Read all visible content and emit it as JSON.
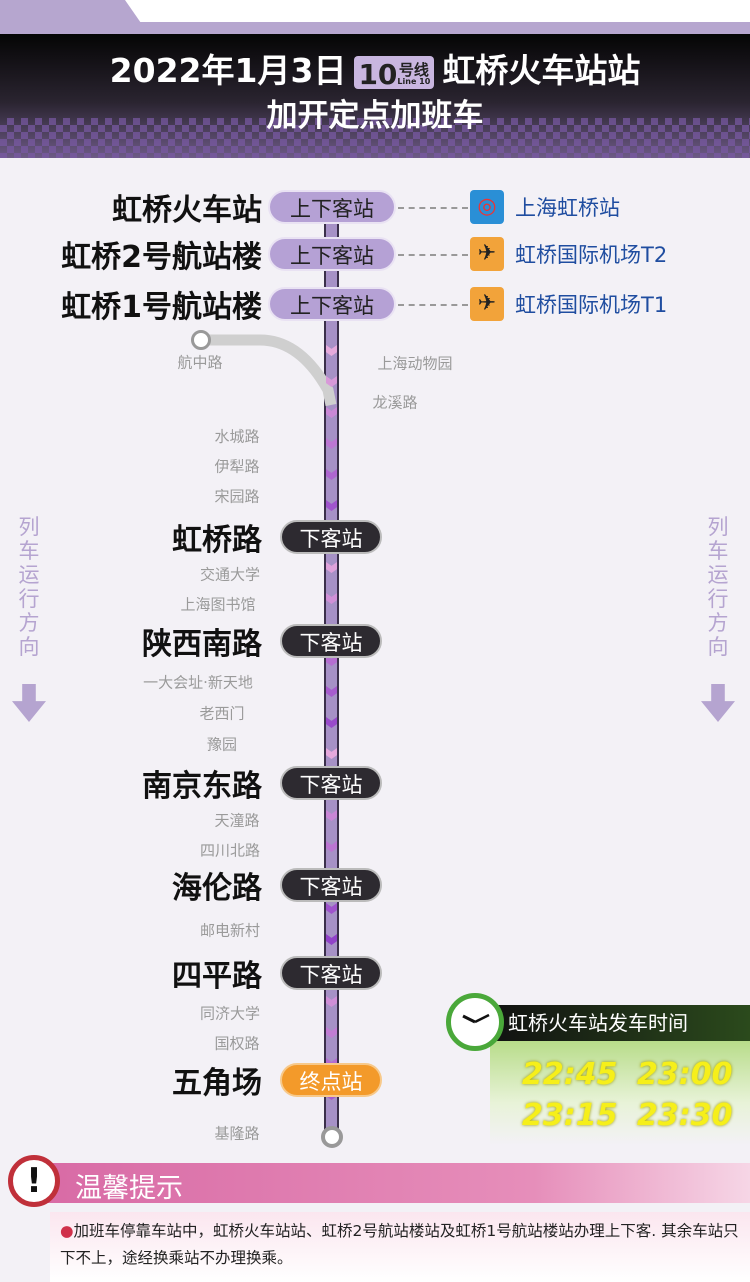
{
  "header": {
    "date": "2022年1月3日",
    "line_number": "10",
    "line_cn": "号线",
    "line_en": "Line 10",
    "station": "虹桥火车站站",
    "subtitle": "加开定点加班车"
  },
  "major_stations": [
    {
      "name": "虹桥火车站",
      "badge": "上下客站",
      "type": "up",
      "transfer": {
        "name": "上海虹桥站",
        "icon": "railway-icon"
      }
    },
    {
      "name": "虹桥2号航站楼",
      "badge": "上下客站",
      "type": "up",
      "transfer": {
        "name": "虹桥国际机场T2",
        "icon": "airplane-icon"
      }
    },
    {
      "name": "虹桥1号航站楼",
      "badge": "上下客站",
      "type": "up",
      "transfer": {
        "name": "虹桥国际机场T1",
        "icon": "airplane-icon"
      }
    },
    {
      "name": "虹桥路",
      "badge": "下客站",
      "type": "dn"
    },
    {
      "name": "陕西南路",
      "badge": "下客站",
      "type": "dn"
    },
    {
      "name": "南京东路",
      "badge": "下客站",
      "type": "dn"
    },
    {
      "name": "海伦路",
      "badge": "下客站",
      "type": "dn"
    },
    {
      "name": "四平路",
      "badge": "下客站",
      "type": "dn"
    },
    {
      "name": "五角场",
      "badge": "终点站",
      "type": "end"
    }
  ],
  "minor_stations": [
    "航中路",
    "上海动物园",
    "龙溪路",
    "水城路",
    "伊犁路",
    "宋园路",
    "交通大学",
    "上海图书馆",
    "一大会址·新天地",
    "老西门",
    "豫园",
    "天潼路",
    "四川北路",
    "邮电新村",
    "同济大学",
    "国权路",
    "基隆路"
  ],
  "direction_label": "列车运行方向",
  "departures": {
    "title": "虹桥火车站发车时间",
    "times": [
      "22:45",
      "23:00",
      "23:15",
      "23:30"
    ]
  },
  "tips": {
    "title": "温馨提示",
    "text": "加班车停靠车站中，虹桥火车站站、虹桥2号航站楼站及虹桥1号航站楼站办理上下客. 其余车站只下不上，途经换乘站不办理换乘。"
  },
  "colors": {
    "line": "#a691c6",
    "up_badge": "#b5a1d5",
    "down_badge": "#2d2a30",
    "terminal_badge": "#f39a2a",
    "airport_icon": "#f2a33a",
    "railway_icon": "#2a8fd6",
    "tip_bar": "#d86aa5",
    "times": "#f6ef1a"
  }
}
